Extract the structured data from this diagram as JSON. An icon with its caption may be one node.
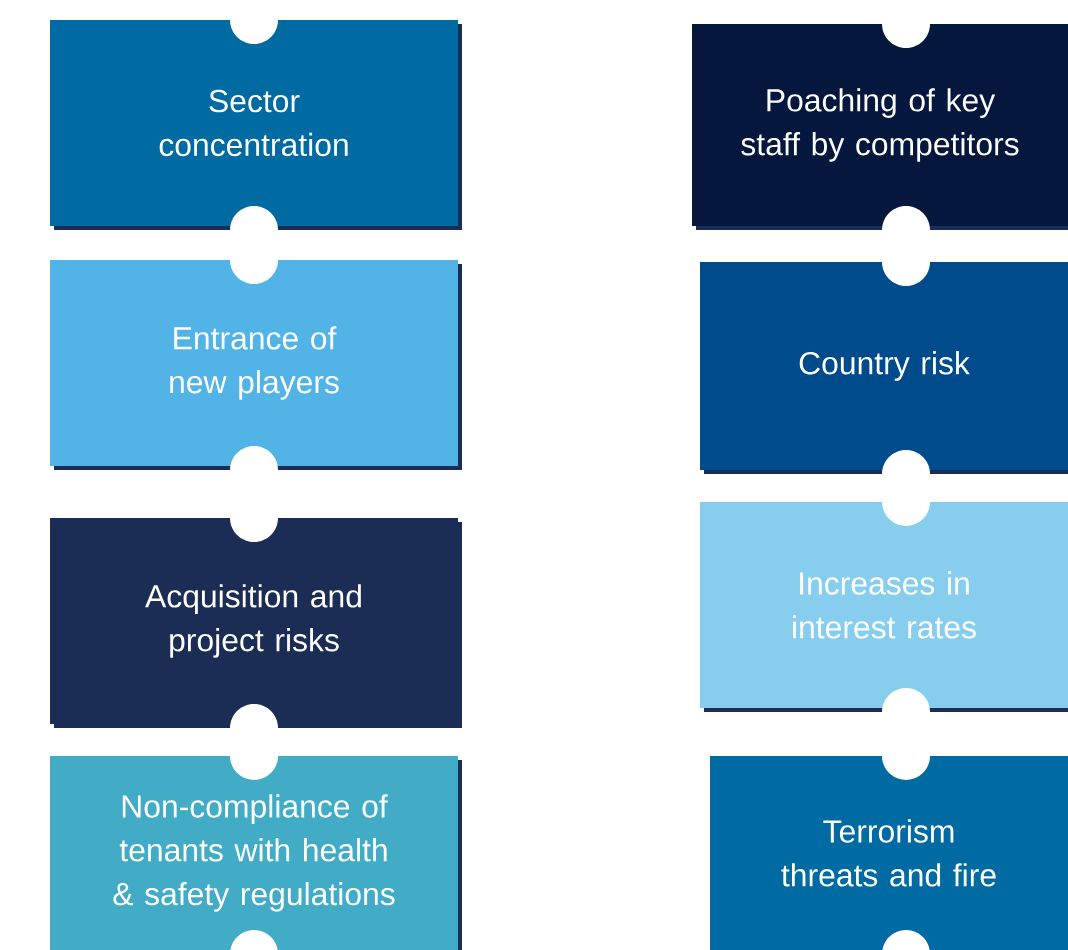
{
  "diagram": {
    "nodes": [
      {
        "text": [
          "Sector concentration"
        ]
      },
      {
        "text": [
          "Entrance of new players"
        ]
      },
      {
        "text": [
          "Acquisition and project risks"
        ]
      },
      {
        "text": [
          "Non-compliance of tenants with health & safety regulations"
        ]
      },
      {
        "text": [
          "Poaching of key staff by competitors"
        ]
      },
      {
        "text": [
          "Country risk"
        ]
      },
      {
        "text": [
          "Increases in interest rates"
        ]
      },
      {
        "text": [
          "Terrorism threats and fire"
        ]
      }
    ]
  }
}
